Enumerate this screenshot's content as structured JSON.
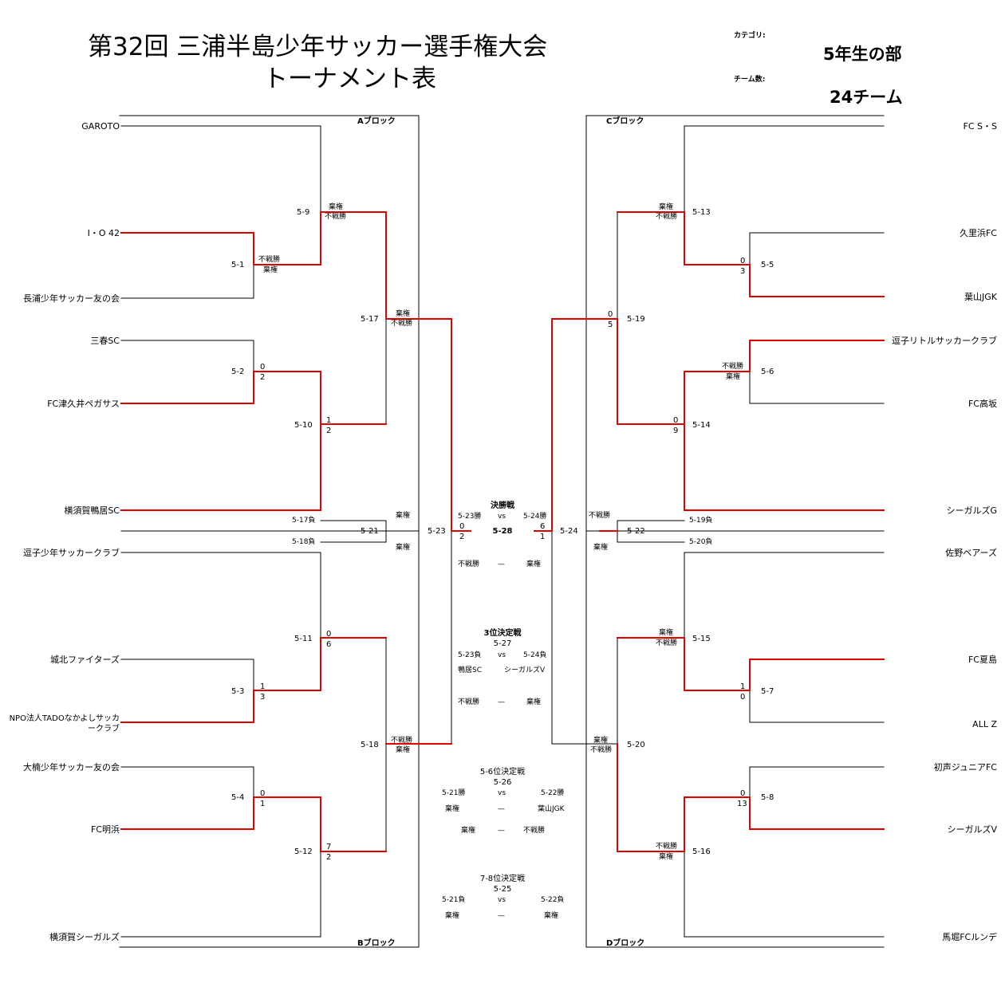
{
  "header": {
    "title": "第32回 三浦半島少年サッカー選手権大会",
    "subtitle": "トーナメント表",
    "category_label": "カテゴリ:",
    "category_value": "5年生の部",
    "team_count_label": "チーム数:",
    "team_count_value": "24チーム"
  },
  "blocks": {
    "a": "Aブロック",
    "b": "Bブロック",
    "c": "Cブロック",
    "d": "Dブロック"
  },
  "teams_left": [
    "GAROTO",
    "I・O 42",
    "長浦少年サッカー友の会",
    "三春SC",
    "FC津久井ペガサス",
    "横須賀鴨居SC",
    "逗子少年サッカークラブ",
    "城北ファイターズ",
    "NPO法人TADOなかよしサッカ",
    "ークラブ",
    "大楠少年サッカー友の会",
    "FC明浜",
    "横須賀シーガルズ"
  ],
  "teams_right": [
    "FC S・S",
    "久里浜FC",
    "葉山JGK",
    "逗子リトルサッカークラブ",
    "FC高坂",
    "シーガルズG",
    "佐野ベアーズ",
    "FC夏島",
    "ALL Z",
    "初声ジュニアFC",
    "シーガルズV",
    "馬堀FCルンデ"
  ],
  "matches": {
    "m1": "5-1",
    "m2": "5-2",
    "m3": "5-3",
    "m4": "5-4",
    "m5": "5-5",
    "m6": "5-6",
    "m7": "5-7",
    "m8": "5-8",
    "m9": "5-9",
    "m10": "5-10",
    "m11": "5-11",
    "m12": "5-12",
    "m13": "5-13",
    "m14": "5-14",
    "m15": "5-15",
    "m16": "5-16",
    "m17": "5-17",
    "m18": "5-18",
    "m19": "5-19",
    "m20": "5-20",
    "m21": "5-21",
    "m22": "5-22",
    "m23": "5-23",
    "m24": "5-24"
  },
  "results": {
    "forfeit": "棄権",
    "walkover": "不戦勝",
    "m5_1": "0",
    "m5_1b": "3",
    "m5_2": "0",
    "m5_2b": "2",
    "m5_10": "1",
    "m5_10b": "2",
    "m5_11": "0",
    "m5_11b": "6",
    "m5_3": "1",
    "m5_3b": "3",
    "m5_4": "0",
    "m5_4b": "1",
    "m5_12": "7",
    "m5_12b": "2",
    "m5_19": "0",
    "m5_19b": "5",
    "m5_14": "0",
    "m5_14b": "9",
    "m5_7": "1",
    "m5_7b": "0",
    "m5_8": "0",
    "m5_8b": "13",
    "m5_23": "0",
    "m5_23b": "2",
    "m5_24": "6",
    "m5_24b": "1"
  },
  "consolation": {
    "l17": "5-17負",
    "l18": "5-18負",
    "l19": "5-19負",
    "l20": "5-20負"
  },
  "final": {
    "title": "決勝戦",
    "code": "5-28",
    "left": "5-23勝",
    "vs": "vs",
    "right": "5-24勝",
    "res_left": "不戦勝",
    "dash": "—",
    "res_right": "棄権"
  },
  "third": {
    "title": "3位決定戦",
    "code": "5-27",
    "left": "5-23負",
    "vs": "vs",
    "right": "5-24負",
    "team_left": "鴨居SC",
    "team_right": "シーガルズV",
    "res_left": "不戦勝",
    "dash": "—",
    "res_right": "棄権"
  },
  "fifth": {
    "title": "5-6位決定戦",
    "code": "5-26",
    "left": "5-21勝",
    "vs": "vs",
    "right": "5-22勝",
    "row1_left": "棄権",
    "row1_dash": "—",
    "row1_right": "葉山JGK",
    "row2_left": "棄権",
    "row2_dash": "—",
    "row2_right": "不戦勝"
  },
  "seventh": {
    "title": "7-8位決定戦",
    "code": "5-25",
    "left": "5-21負",
    "vs": "vs",
    "right": "5-22負",
    "row1_left": "棄権",
    "row1_dash": "—",
    "row1_right": "棄権"
  },
  "colors": {
    "win": "#e00000",
    "line": "#000000"
  }
}
